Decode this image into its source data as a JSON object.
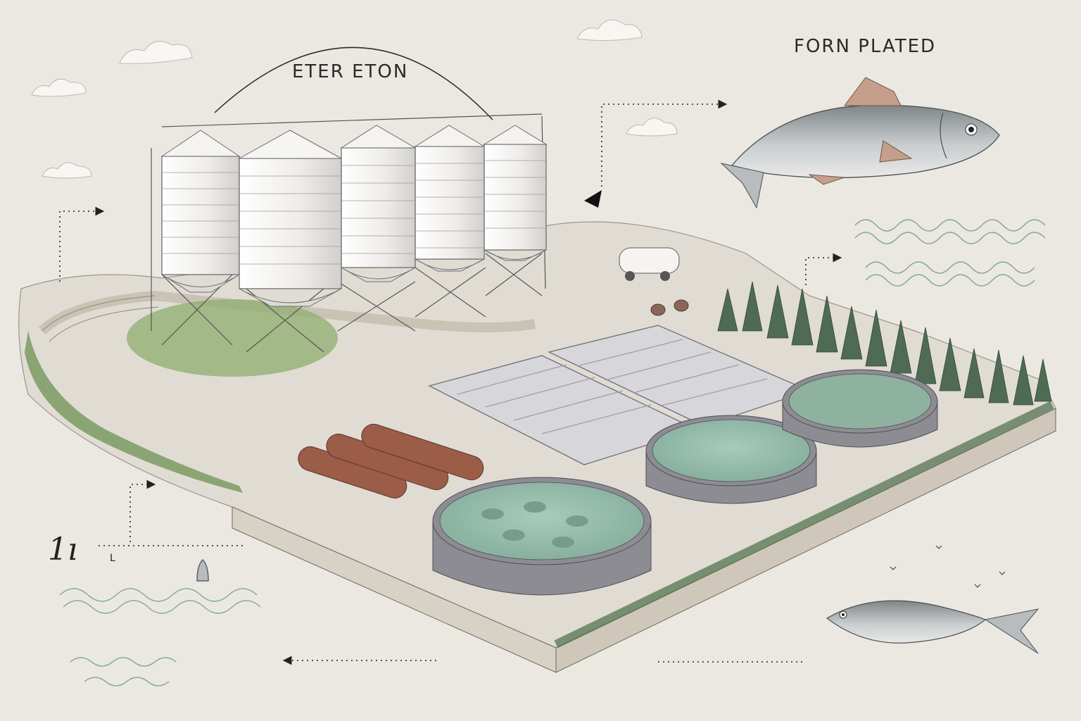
{
  "labels": {
    "arc_title": "ETER ETON",
    "top_right_title": "FORN PLATED",
    "left_mark": "1ı",
    "left_sub": "L"
  },
  "colors": {
    "background": "#ebe8e2",
    "ink": "#2a2a2a",
    "silo": "#f2f1ee",
    "silo_stroke": "#6e6e70",
    "water": "#8fb6a4",
    "tank_wall": "#8d8c93",
    "grass": "#7b9a62",
    "tree": "#46604b",
    "fish_body": "#a9acad",
    "fin": "#c69f8c",
    "wave": "#8aa7a5",
    "logs": "#9b5c48"
  },
  "icons": [
    "silo-icon",
    "fish-icon",
    "wave-icon",
    "tree-icon",
    "arrow-icon",
    "cloud-icon",
    "truck-icon",
    "tank-icon"
  ]
}
